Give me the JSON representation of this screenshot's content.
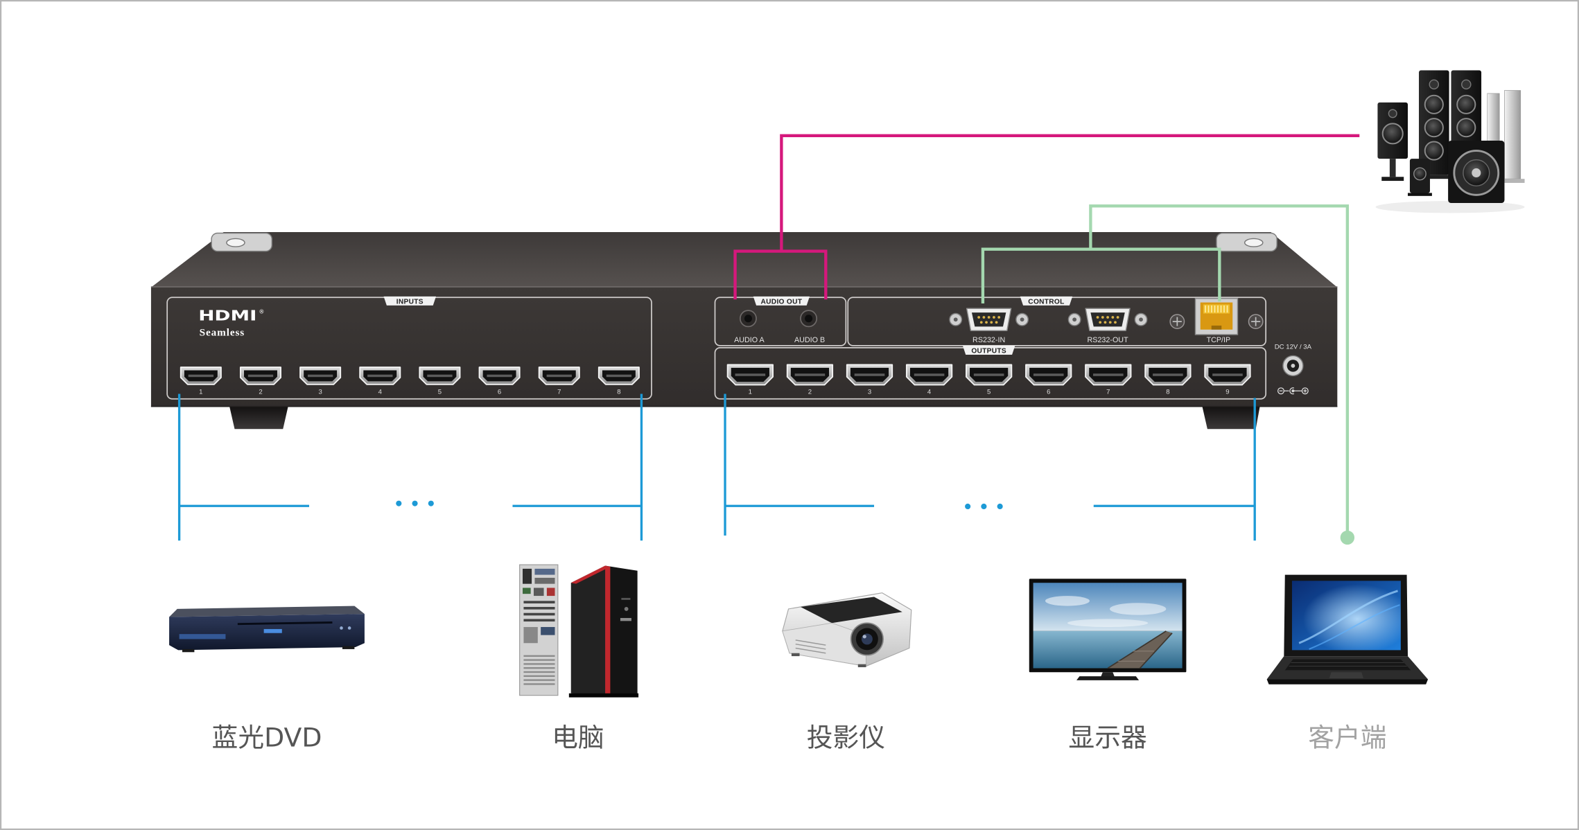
{
  "device": {
    "logo": "HDMI",
    "logo_mark": "®",
    "tagline": "Seamless",
    "inputs": {
      "label": "INPUTS",
      "ports": [
        "1",
        "2",
        "3",
        "4",
        "5",
        "6",
        "7",
        "8"
      ]
    },
    "audio_out": {
      "label": "AUDIO OUT",
      "jacks": [
        "AUDIO A",
        "AUDIO B"
      ]
    },
    "control": {
      "label": "CONTROL",
      "ports": [
        "RS232-IN",
        "RS232-OUT",
        "TCP/IP"
      ]
    },
    "outputs": {
      "label": "OUTPUTS",
      "ports": [
        "1",
        "2",
        "3",
        "4",
        "5",
        "6",
        "7",
        "8",
        "9"
      ]
    },
    "power": {
      "label": "DC 12V / 3A"
    }
  },
  "speakers": {
    "icon": "speaker-system-icon"
  },
  "endpoints": [
    {
      "label": "蓝光DVD",
      "icon": "bluray-player-icon"
    },
    {
      "label": "电脑",
      "icon": "desktop-pc-icon"
    },
    {
      "label": "投影仪",
      "icon": "projector-icon"
    },
    {
      "label": "显示器",
      "icon": "monitor-icon"
    },
    {
      "label": "客户端",
      "icon": "laptop-icon"
    }
  ],
  "connections": {
    "audio": "#d5187c",
    "control": "#a4d8af",
    "hdmi": "#1d9ad6"
  },
  "label_colors": {
    "device": "#555555",
    "client": "#a2a2a2"
  }
}
